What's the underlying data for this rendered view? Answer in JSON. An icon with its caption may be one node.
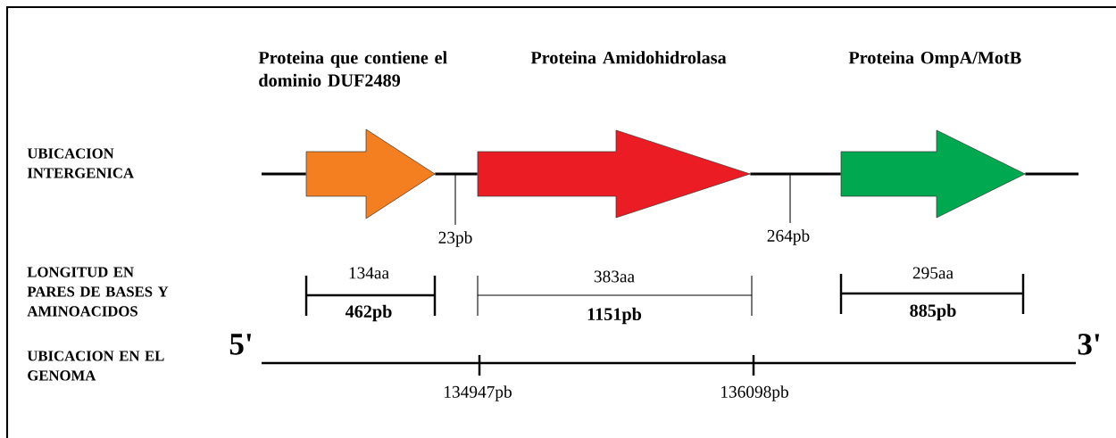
{
  "diagram": {
    "nodes": [
      {
        "text": [
          "Proteina que contiene el dominio DUF2489"
        ]
      },
      {
        "text": [
          "Proteina Amidohidrolasa"
        ]
      },
      {
        "text": [
          "Proteina OmpA/MotB"
        ]
      }
    ],
    "edges": [
      {
        "from": null,
        "to": 0,
        "arrow": "none"
      },
      {
        "from": 0,
        "to": 1,
        "arrow": "none"
      },
      {
        "from": 1,
        "to": 2,
        "arrow": "none"
      },
      {
        "from": 2,
        "to": null,
        "arrow": "none"
      }
    ],
    "labels": [
      "UBICACION INTERGENICA",
      "23pb",
      "264pb",
      "LONGITUD EN PARES DE BASES Y AMINOACIDOS",
      "134aa",
      "383aa",
      "295aa",
      "462pb",
      "1151pb",
      "885pb",
      "5'",
      "UBICACION EN EL GENOMA",
      "3'",
      "134947pb",
      "136098pb"
    ]
  }
}
